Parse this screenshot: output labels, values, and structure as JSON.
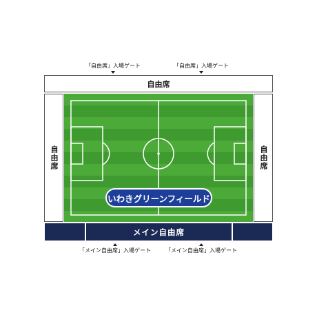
{
  "top_gates": [
    {
      "label": "「自由席」入場ゲート"
    },
    {
      "label": "「自由席」入場ゲート"
    }
  ],
  "bottom_gates": [
    {
      "label": "「メイン自由席」入場ゲート"
    },
    {
      "label": "「メイン自由席」入場ゲート"
    }
  ],
  "stands": {
    "back": "自由席",
    "left": "自由席",
    "right": "自由席",
    "main": "メイン自由席"
  },
  "field_name": "いわきグリーンフィールド",
  "colors": {
    "pitch": "#3f9a2f",
    "pitch_stripe_light": "#4caa38",
    "main_stand": "#1b2a55",
    "field_badge": "#1e3f99"
  }
}
